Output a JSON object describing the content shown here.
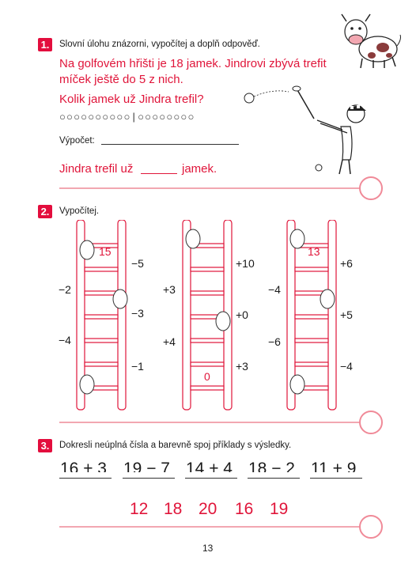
{
  "task1": {
    "number": "1.",
    "instruction": "Slovní úlohu znázorni, vypočítej a doplň odpověď.",
    "story_line1": "Na golfovém hřišti je 18 jamek. Jindrovi zbývá trefit",
    "story_line2": "míček ještě do 5 z nich.",
    "question": "Kolik jamek už Jindra trefil?",
    "circles_left": "○○○○○○○○○○",
    "circles_sep": "|",
    "circles_right": "○○○○○○○○",
    "calc_label": "Výpočet:",
    "answer_part1": "Jindra trefil už",
    "answer_part2": "jamek."
  },
  "task2": {
    "number": "2.",
    "instruction": "Vypočítej.",
    "ladders": [
      {
        "start": "15",
        "end": "",
        "left_ops": [
          "−2",
          "−4"
        ],
        "right_ops": [
          "−5",
          "−3",
          "−1"
        ]
      },
      {
        "start": "",
        "end": "0",
        "left_ops": [
          "+3",
          "+4"
        ],
        "right_ops": [
          "+10",
          "+0",
          "+3"
        ]
      },
      {
        "start": "13",
        "end": "",
        "left_ops": [
          "−4",
          "−6"
        ],
        "right_ops": [
          "+6",
          "+5",
          "−4"
        ]
      }
    ]
  },
  "task3": {
    "number": "3.",
    "instruction": "Dokresli neúplná čísla a barevně spoj příklady s výsledky.",
    "expressions": [
      "16 + 3",
      "19 − 7",
      "14 + 4",
      "18 − 2",
      "11 + 9"
    ],
    "results": [
      "12",
      "18",
      "20",
      "16",
      "19"
    ]
  },
  "page_number": "13",
  "colors": {
    "accent_red": "#e30d3d",
    "separator_pink": "#f2a7b1"
  }
}
